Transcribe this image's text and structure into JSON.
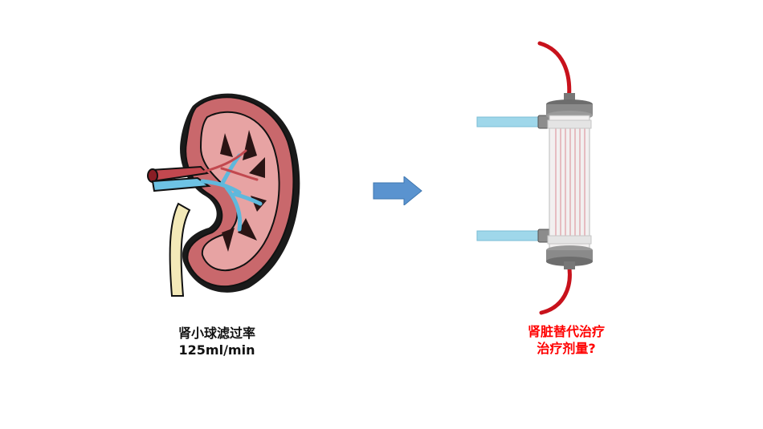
{
  "slide": {
    "left_caption": {
      "line1": "肾小球滤过率",
      "line2": "125ml/min"
    },
    "right_caption": {
      "line1": "肾脏替代治疗",
      "line2": "治疗剂量?"
    }
  },
  "colors": {
    "kidney_outer": "#c9686c",
    "kidney_inner": "#e7a3a3",
    "artery": "#c2484f",
    "vein": "#6ec3e4",
    "ureter": "#f3e9b8",
    "arrow": "#5a93cf",
    "tube_red": "#c8121c",
    "tube_blue": "#9fd7ea",
    "caption_right": "#ff0000"
  },
  "icons": [
    "kidney-illustration",
    "right-arrow-icon",
    "dialyzer-illustration"
  ]
}
